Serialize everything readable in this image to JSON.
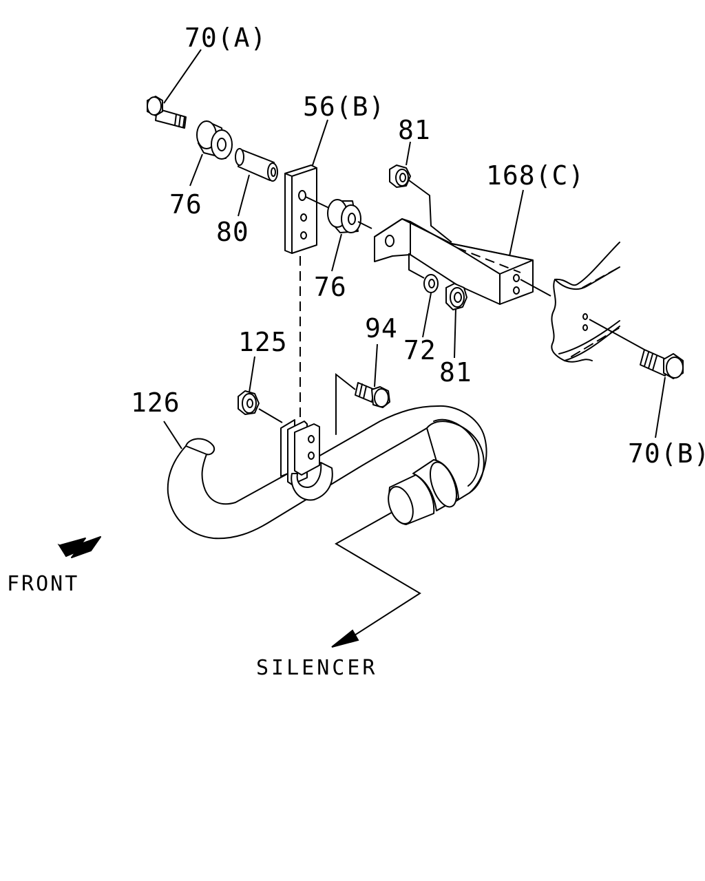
{
  "labels": {
    "bolt_70a": "70(A)",
    "spacer_76_top": "76",
    "pipe_80": "80",
    "plate_56b": "56(B)",
    "bushing_76_mid": "76",
    "nut_81_top": "81",
    "bracket_168c": "168(C)",
    "washer_72": "72",
    "nut_81_bottom": "81",
    "nut_125": "125",
    "bolt_94": "94",
    "pipe_126": "126",
    "bolt_70b": "70(B)",
    "front": "FRONT",
    "silencer": "SILENCER"
  },
  "icons": {
    "front_arrow": "front-arrow-icon",
    "silencer_arrow": "silencer-arrow-icon"
  },
  "colors": {
    "line": "#000000",
    "background": "#ffffff"
  }
}
